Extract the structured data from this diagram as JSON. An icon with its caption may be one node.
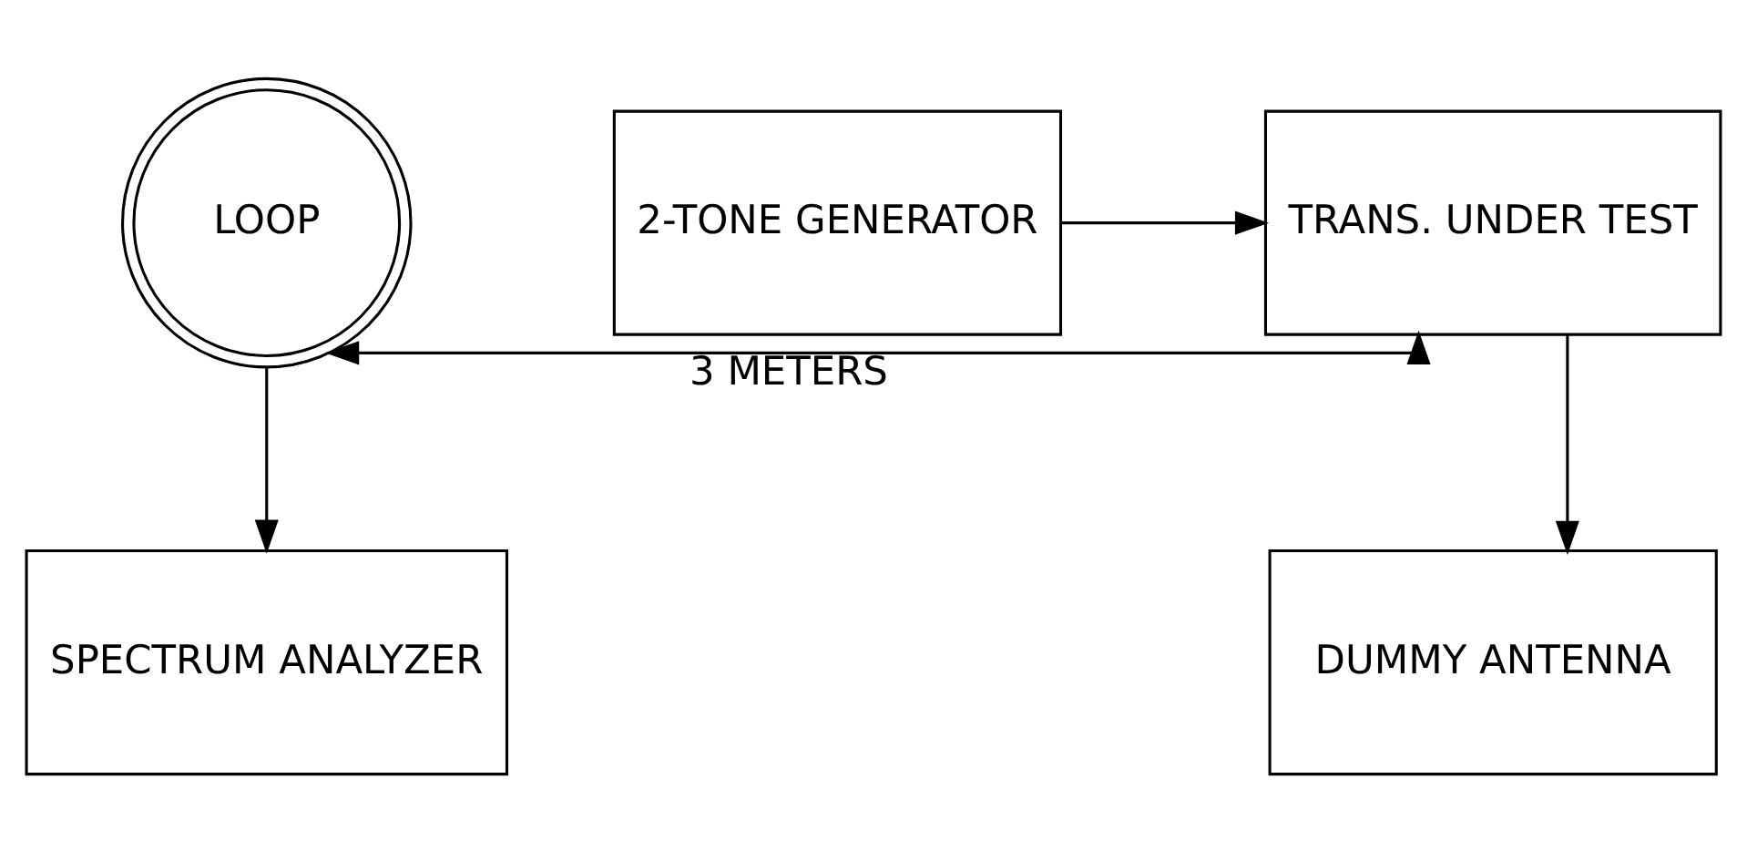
{
  "diagram": {
    "nodes": [
      {
        "text": [
          "LOOP"
        ]
      },
      {
        "text": [
          "TRANS. UNDER TEST"
        ]
      },
      {
        "text": [
          "2-TONE GENERATOR"
        ]
      },
      {
        "text": [
          "SPECTRUM ANALYZER"
        ]
      },
      {
        "text": [
          "DUMMY ANTENNA"
        ]
      }
    ],
    "edges": [
      {
        "from": 0,
        "to": 1,
        "arrow": "both",
        "label": "3 METERS"
      },
      {
        "from": 2,
        "to": 1,
        "arrow": "to"
      },
      {
        "from": 0,
        "to": 3,
        "arrow": "to"
      },
      {
        "from": 1,
        "to": 4,
        "arrow": "to"
      }
    ]
  }
}
